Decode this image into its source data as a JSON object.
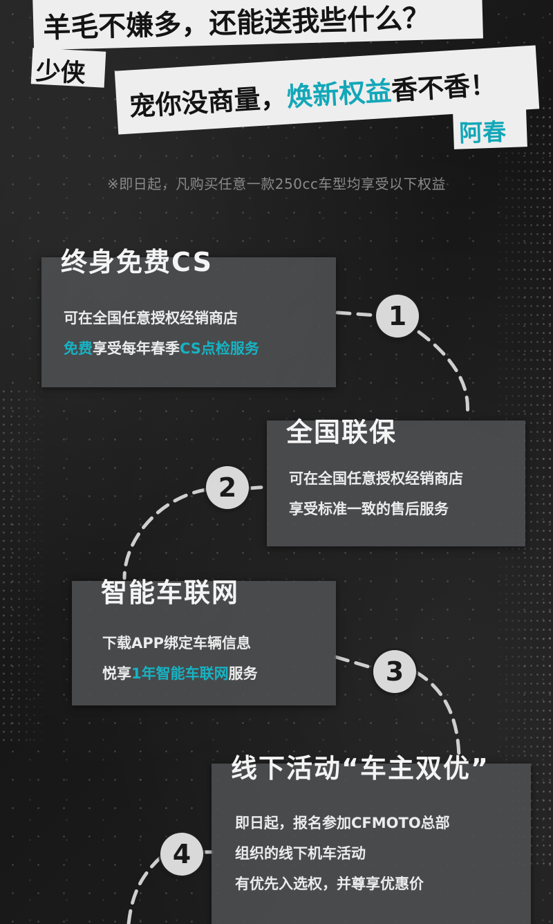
{
  "header": {
    "line1": "羊毛不嫌多，还能送我些什么？",
    "shaoxia": "少侠",
    "main_prefix": "宠你没商量，",
    "main_highlight": "焕新权益",
    "main_suffix": "香不香！",
    "achun": "阿春"
  },
  "notice": "※即日起，凡购买任意一款250cc车型均享受以下权益",
  "benefits": [
    {
      "number": "1",
      "title": "终身免费CS",
      "line1": "可在全国任意授权经销商店",
      "line2_highlight_a": "免费",
      "line2_plain": "享受每年春季",
      "line2_highlight_b": "CS点检服务"
    },
    {
      "number": "2",
      "title": "全国联保",
      "line1": "可在全国任意授权经销商店",
      "line2": "享受标准一致的售后服务"
    },
    {
      "number": "3",
      "title": "智能车联网",
      "line1": "下载APP绑定车辆信息",
      "line2_plain_a": "悦享",
      "line2_highlight": "1年智能车联网",
      "line2_plain_b": "服务"
    },
    {
      "number": "4",
      "title": "线下活动“车主双优”",
      "line1": "即日起，报名参加CFMOTO总部",
      "line2": "组织的线下机车活动",
      "line3": "有优先入选权，并尊享优惠价"
    }
  ],
  "colors": {
    "accent": "#17b3c3",
    "paper": "#eeeeee",
    "card": "#4e5052"
  }
}
